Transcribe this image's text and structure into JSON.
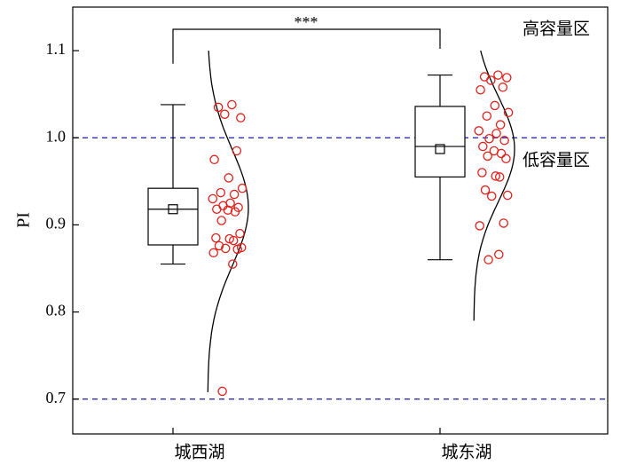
{
  "chart_data": {
    "type": "box",
    "title": "",
    "xlabel": "",
    "ylabel": "PI",
    "ylim": [
      0.66,
      1.15
    ],
    "yticks": [
      "0.7",
      "0.8",
      "0.9",
      "1.0",
      "1.1"
    ],
    "ytick_values": [
      0.7,
      0.8,
      0.9,
      1.0,
      1.1
    ],
    "categories": [
      "城西湖",
      "城东湖"
    ],
    "reference_lines": [
      {
        "y": 1.0,
        "style": "dashed",
        "color": "#1a1aa8"
      },
      {
        "y": 0.7,
        "style": "dashed",
        "color": "#1a1aa8"
      }
    ],
    "zone_labels": {
      "high": "高容量区",
      "low": "低容量区"
    },
    "significance": {
      "label": "***",
      "between": [
        "城西湖",
        "城东湖"
      ]
    },
    "boxes": [
      {
        "category": "城西湖",
        "whisker_low": 0.855,
        "q1": 0.877,
        "median": 0.918,
        "q3": 0.942,
        "whisker_high": 1.038,
        "mean": 0.918
      },
      {
        "category": "城东湖",
        "whisker_low": 0.86,
        "q1": 0.955,
        "median": 0.99,
        "q3": 1.036,
        "whisker_high": 1.072,
        "mean": 0.987
      }
    ],
    "points": [
      {
        "category": "城西湖",
        "values": [
          1.038,
          1.035,
          1.023,
          1.027,
          0.985,
          0.975,
          0.954,
          0.942,
          0.937,
          0.935,
          0.93,
          0.925,
          0.922,
          0.92,
          0.918,
          0.917,
          0.915,
          0.905,
          0.89,
          0.885,
          0.884,
          0.882,
          0.876,
          0.874,
          0.873,
          0.872,
          0.868,
          0.855,
          0.709
        ]
      },
      {
        "category": "城东湖",
        "values": [
          1.072,
          1.07,
          1.069,
          1.066,
          1.058,
          1.055,
          1.037,
          1.029,
          1.025,
          1.015,
          1.008,
          1.005,
          0.999,
          0.997,
          0.99,
          0.985,
          0.982,
          0.979,
          0.976,
          0.96,
          0.956,
          0.955,
          0.94,
          0.934,
          0.933,
          0.902,
          0.899,
          0.866,
          0.86
        ]
      }
    ],
    "colors": {
      "points": "#e0201b",
      "ref_lines": "#1a1aa8",
      "axis": "#000000"
    }
  }
}
